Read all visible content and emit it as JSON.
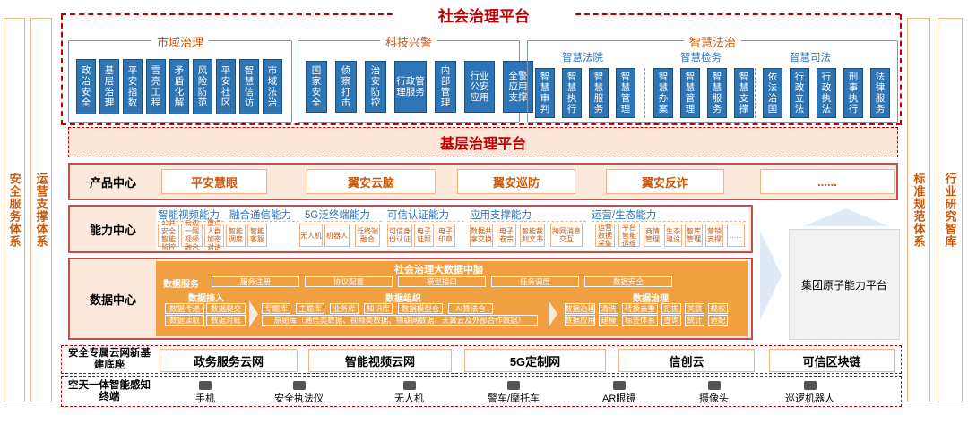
{
  "main_title": "社会治理平台",
  "left_labels": [
    "安全服务体系",
    "运营支撑体系"
  ],
  "right_labels": [
    "标准规范体系",
    "行业研究智库"
  ],
  "groups": {
    "city": {
      "title": "市域治理",
      "tiles": [
        "政治安全",
        "基层治理",
        "平安指数",
        "雪亮工程",
        "矛盾化解",
        "风险防范",
        "平安社区",
        "智慧信访",
        "市域法治"
      ]
    },
    "tech": {
      "title": "科技兴警",
      "tiles": [
        "国家安全",
        "侦察打击",
        "治安防控",
        "行政管理服务",
        "内部管理",
        "行业公安应用",
        "全警应用支撑"
      ]
    },
    "law": {
      "title": "智慧法治",
      "subs": [
        {
          "title": "智慧法院",
          "tiles": [
            "智慧审判",
            "智慧执行",
            "智慧服务",
            "智慧管理"
          ]
        },
        {
          "title": "智慧检务",
          "tiles": [
            "智慧办案",
            "智慧管理",
            "智慧服务",
            "智慧支撑"
          ]
        },
        {
          "title": "智慧司法",
          "tiles": [
            "依法治国",
            "行政立法",
            "行政执法",
            "刑事执行",
            "法律服务"
          ]
        }
      ]
    }
  },
  "base_platform": "基层治理平台",
  "product": {
    "label": "产品中心",
    "items": [
      "平安慧眼",
      "翼安云脑",
      "翼安巡防",
      "翼安反诈",
      "......"
    ]
  },
  "capability": {
    "label": "能力中心",
    "groups": [
      {
        "title": "智能视频能力",
        "items": [
          "公共安全智能监控",
          "云边一网视频融合",
          "重点人群加密对讲",
          "智能调度",
          "智能客服"
        ]
      },
      {
        "title": "融合通信能力",
        "items": []
      },
      {
        "title": "5G泛终端能力",
        "items": [
          "无人机",
          "机器人",
          "泛终端融合"
        ]
      },
      {
        "title": "可信认证能力",
        "items": [
          "可信身份认证",
          "电子证照",
          "电子印章"
        ]
      },
      {
        "title": "应用支撑能力",
        "items": [
          "数据共享交换",
          "电子卷宗",
          "智能裁判文书",
          "跨网消息交互"
        ]
      },
      {
        "title": "运营/生态能力",
        "items": [
          "运营数据采集",
          "平台智能运维",
          "商情管理",
          "生态建设",
          "智库管理",
          "营销支撑",
          "......"
        ]
      }
    ]
  },
  "data_center": {
    "label": "数据中心",
    "brain_title": "社会治理大数据中脑",
    "service_label": "数据服务",
    "services": [
      "服务注册",
      "协议配置",
      "模型接口",
      "任务调度",
      "数据安全"
    ],
    "access": {
      "title": "数据接入",
      "items": [
        "数据传递",
        "数据爬交",
        "数据读取",
        "数据对账"
      ]
    },
    "org": {
      "title": "数据组织",
      "row1": [
        "专题库",
        "主题库",
        "业务库",
        "知识库",
        "数据模型仓",
        "AI算法仓"
      ],
      "row2": "原始库（通信类数据、视频类数据、物联网数据、天翼云及外部合作数据）"
    },
    "gov": {
      "title": "数据治理",
      "row1": [
        "数据治理",
        "清洗",
        "转换去重",
        "挖掘",
        "关联",
        "规权"
      ],
      "row2": [
        "数据应用",
        "建模",
        "标签体系",
        "查询",
        "统计",
        "适配"
      ]
    },
    "atomic": "集团原子能力平台"
  },
  "cloud": {
    "label": "安全专属云网新基建底座",
    "items": [
      "政务服务云网",
      "智能视频云网",
      "5G定制网",
      "信创云",
      "可信区块链"
    ]
  },
  "terminal": {
    "label": "空天一体智能感知终端",
    "items": [
      {
        "name": "手机",
        "icon": "phone-icon"
      },
      {
        "name": "安全执法仪",
        "icon": "bodycam-icon"
      },
      {
        "name": "无人机",
        "icon": "drone-icon"
      },
      {
        "name": "警车/摩托车",
        "icon": "car-icon"
      },
      {
        "name": "AR眼镜",
        "icon": "glasses-icon"
      },
      {
        "name": "摄像头",
        "icon": "camera-icon"
      },
      {
        "name": "巡逻机器人",
        "icon": "robot-icon"
      }
    ]
  }
}
